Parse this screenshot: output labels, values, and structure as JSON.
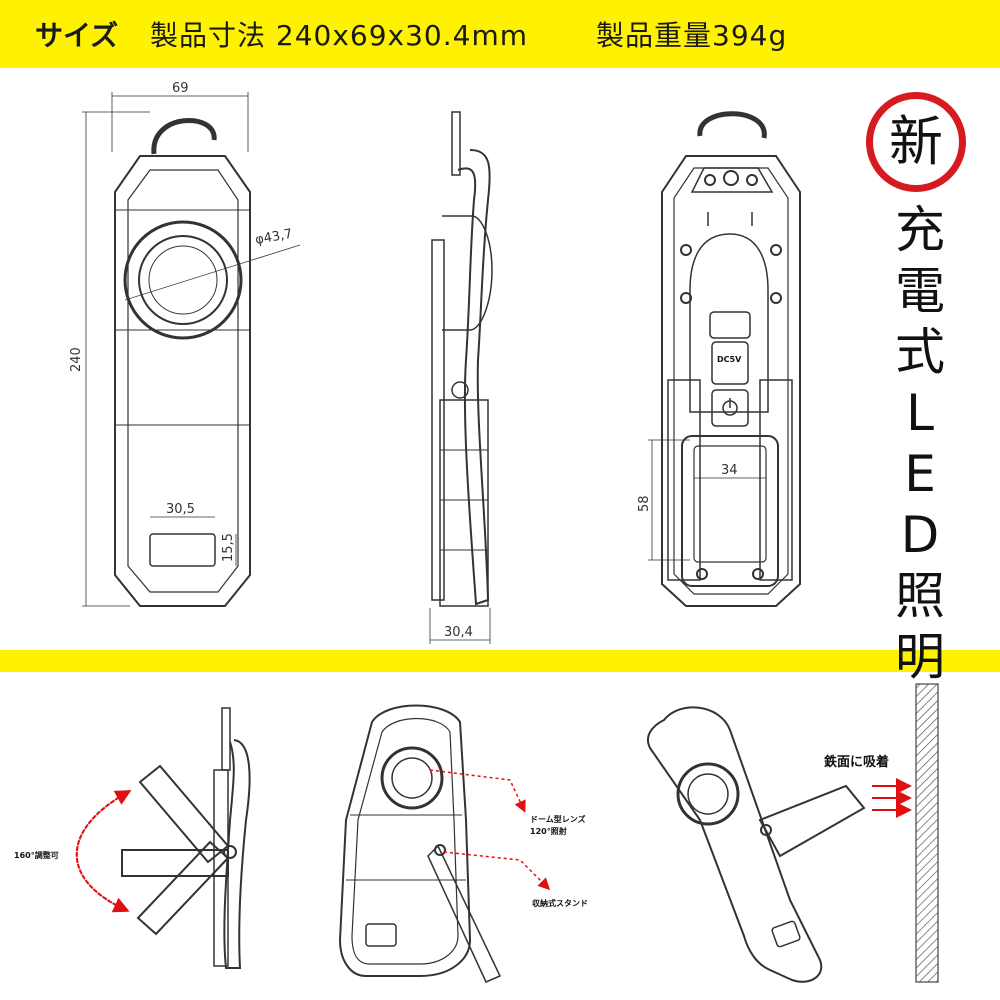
{
  "header": {
    "size_label": "サイズ",
    "dimensions": "製品寸法 240x69x30.4mm",
    "weight": "製品重量394g"
  },
  "badge": {
    "text": "新",
    "title_chars": [
      "充",
      "電",
      "式",
      "L",
      "E",
      "D",
      "照",
      "明"
    ]
  },
  "dimensions": {
    "width": "69",
    "height": "240",
    "lens_diameter": "φ43,7",
    "window_width": "30,5",
    "window_height": "15,5",
    "depth": "30,4",
    "stand_height": "58",
    "stand_width": "34",
    "port_label": "DC5V"
  },
  "annotations": {
    "angle": "160°調整可",
    "lens_line1": "ドーム型レンズ",
    "lens_line2": "120°照射",
    "stand": "収納式スタンド",
    "magnet": "鉄面に吸着"
  },
  "colors": {
    "band_yellow": "#fff200",
    "badge_red": "#d71920",
    "arrow_red": "#e01010"
  }
}
